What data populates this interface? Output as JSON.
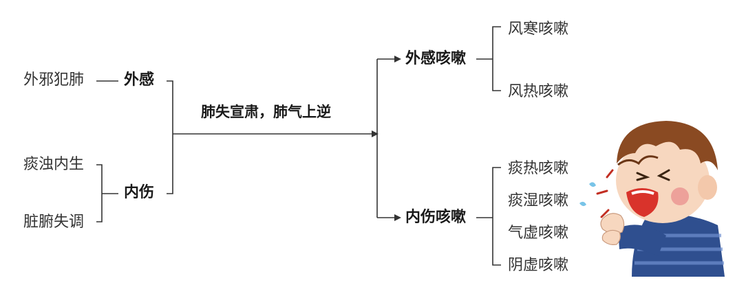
{
  "causes": {
    "exogenous_source": "外邪犯肺",
    "exogenous": "外感",
    "internal_source_1": "痰浊内生",
    "internal_source_2": "脏腑失调",
    "internal": "内伤"
  },
  "mechanism": "肺失宣肃，肺气上逆",
  "types": {
    "exogenous_cough": "外感咳嗽",
    "internal_cough": "内伤咳嗽"
  },
  "exogenous_subtypes": [
    "风寒咳嗽",
    "风热咳嗽"
  ],
  "internal_subtypes": [
    "痰热咳嗽",
    "痰湿咳嗽",
    "气虚咳嗽",
    "阴虚咳嗽"
  ],
  "colors": {
    "line": "#333333",
    "hair": "#8a4a22",
    "skin": "#f7d7bf",
    "shirt": "#2f4f8f",
    "mouth": "#d9332b",
    "droplet": "#79c4e8"
  },
  "illustration": {
    "name": "coughing-boy"
  }
}
